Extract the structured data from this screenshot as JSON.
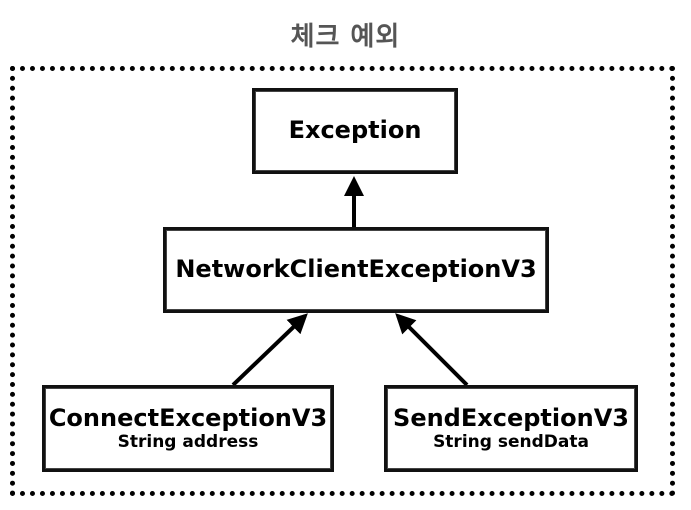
{
  "title": "체크 예외",
  "nodes": {
    "exception": {
      "name": "Exception"
    },
    "network": {
      "name": "NetworkClientExceptionV3"
    },
    "connect": {
      "name": "ConnectExceptionV3",
      "field": "String address"
    },
    "send": {
      "name": "SendExceptionV3",
      "field": "String sendData"
    }
  },
  "colors": {
    "title": "#555555",
    "stroke": "#000000",
    "background": "#ffffff"
  }
}
